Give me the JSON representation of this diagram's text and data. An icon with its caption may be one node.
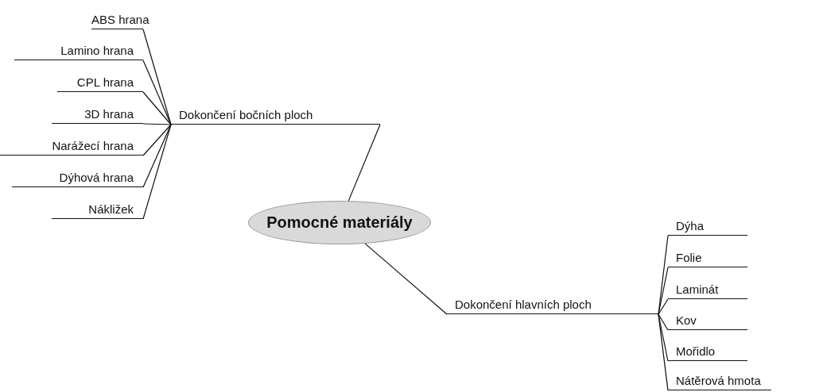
{
  "diagram": {
    "nodes": [
      {
        "text": [
          "Pomocné materiály"
        ]
      },
      {
        "text": [
          "Dokončení bočních ploch"
        ]
      },
      {
        "text": [
          "ABS hrana"
        ]
      },
      {
        "text": [
          "Lamino hrana"
        ]
      },
      {
        "text": [
          "CPL hrana"
        ]
      },
      {
        "text": [
          "3D hrana"
        ]
      },
      {
        "text": [
          "Narážecí hrana"
        ]
      },
      {
        "text": [
          "Dýhová hrana"
        ]
      },
      {
        "text": [
          "Nákližek"
        ]
      },
      {
        "text": [
          "Dokončení hlavních ploch"
        ]
      },
      {
        "text": [
          "Dýha"
        ]
      },
      {
        "text": [
          "Folie"
        ]
      },
      {
        "text": [
          "Laminát"
        ]
      },
      {
        "text": [
          "Kov"
        ]
      },
      {
        "text": [
          "Mořidlo"
        ]
      },
      {
        "text": [
          "Nátěrová hmota"
        ]
      }
    ],
    "edges": [
      {
        "from": 0,
        "to": 1,
        "arrow": "none"
      },
      {
        "from": 1,
        "to": 2,
        "arrow": "none"
      },
      {
        "from": 1,
        "to": 3,
        "arrow": "none"
      },
      {
        "from": 1,
        "to": 4,
        "arrow": "none"
      },
      {
        "from": 1,
        "to": 5,
        "arrow": "none"
      },
      {
        "from": 1,
        "to": 6,
        "arrow": "none"
      },
      {
        "from": 1,
        "to": 7,
        "arrow": "none"
      },
      {
        "from": 1,
        "to": 8,
        "arrow": "none"
      },
      {
        "from": 0,
        "to": 9,
        "arrow": "none"
      },
      {
        "from": 9,
        "to": 10,
        "arrow": "none"
      },
      {
        "from": 9,
        "to": 11,
        "arrow": "none"
      },
      {
        "from": 9,
        "to": 12,
        "arrow": "none"
      },
      {
        "from": 9,
        "to": 13,
        "arrow": "none"
      },
      {
        "from": 9,
        "to": 14,
        "arrow": "none"
      },
      {
        "from": 9,
        "to": 15,
        "arrow": "none"
      }
    ]
  }
}
